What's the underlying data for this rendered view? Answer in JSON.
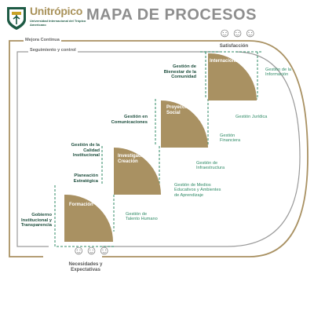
{
  "header": {
    "brand_name": "Unitrópico",
    "brand_subtitle": "Universidad Internacional del Trópico Americano",
    "title": "MAPA DE PROCESOS"
  },
  "bars": {
    "outer": "Mejora Continua",
    "inner": "Seguimiento y control"
  },
  "endpoints": {
    "top": "Satisfacción",
    "bottom": "Necesidades y Expectativas"
  },
  "steps": [
    {
      "label": "Formación"
    },
    {
      "label": "Investigación y Creación"
    },
    {
      "label": "Proyección Social"
    },
    {
      "label": "Internacionalización"
    }
  ],
  "strategic_processes": [
    {
      "label": "Gobierno Institucional y Transparencia"
    },
    {
      "label": "Planeación Estratégica"
    },
    {
      "label": "Gestión de la Calidad Institucional"
    },
    {
      "label": "Gestión en Comunicaciones"
    },
    {
      "label": "Gestión de Bienestar de la Comunidad"
    }
  ],
  "support_processes": [
    {
      "label": "Gestión de Talento Humano"
    },
    {
      "label": "Gestión de Medios Educativos y Ambientes de Aprendizaje"
    },
    {
      "label": "Gestión de Infraestructura"
    },
    {
      "label": "Gestión Financiera"
    },
    {
      "label": "Gestión Jurídica"
    },
    {
      "label": "Gestión de la Información"
    }
  ],
  "colors": {
    "gold": "#a99162",
    "dark_green": "#1d4e3d",
    "green": "#2f8a66",
    "title_gray": "#8e8e8e"
  }
}
